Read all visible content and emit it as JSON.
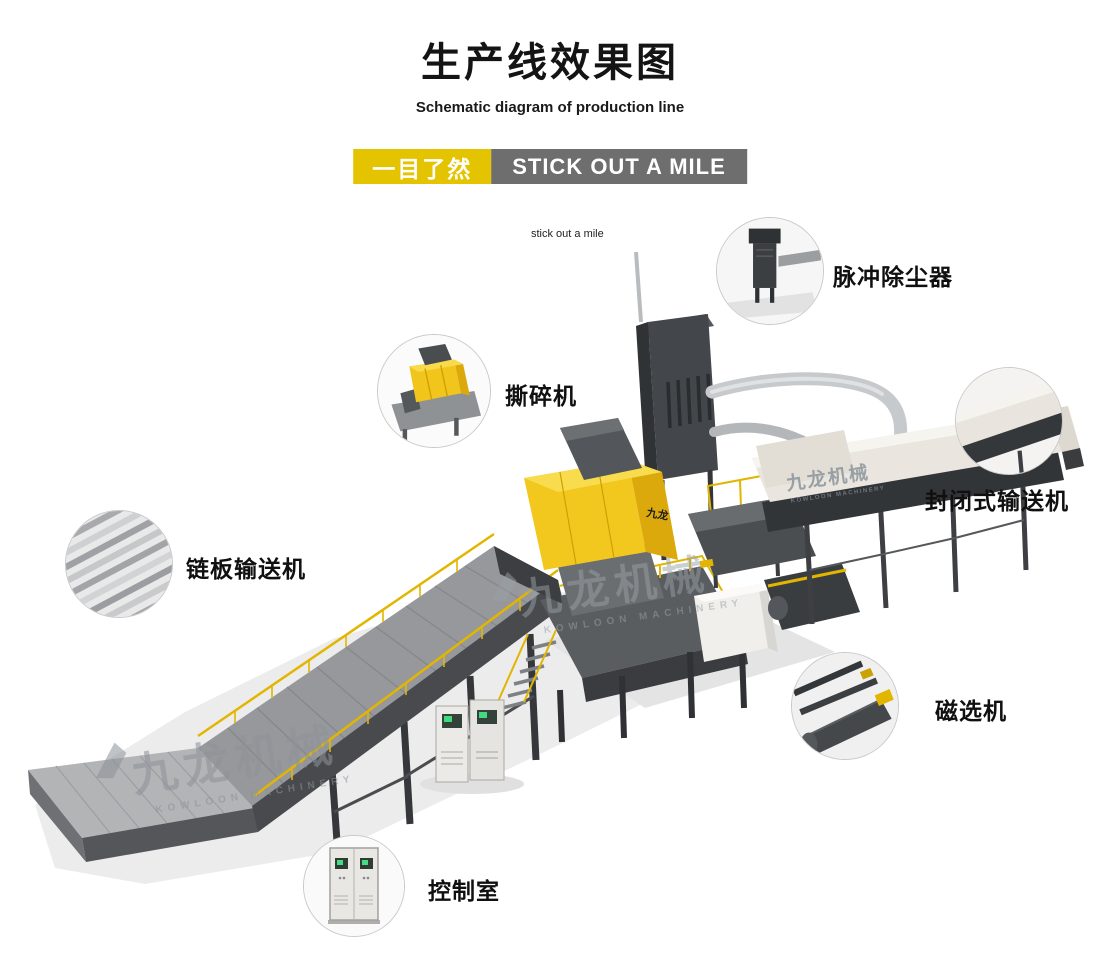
{
  "page": {
    "title": "生产线效果图",
    "subtitle": "Schematic diagram of production line",
    "tagline": "stick out a mile"
  },
  "banner": {
    "left": "一目了然",
    "right": "STICK OUT A MILE"
  },
  "colors": {
    "accent_yellow": "#e4c400",
    "banner_gray": "#6e6e6e",
    "machine_yellow": "#f3c81e",
    "machine_dark": "#43464a",
    "conveyor_cream": "#eae6df"
  },
  "diagram": {
    "watermark": "九龙机械",
    "watermark_sub": "KOWLOON MACHINERY",
    "machine_logo": "九龙",
    "callouts": [
      {
        "id": "pulse-dust-collector",
        "label": "脉冲除尘器"
      },
      {
        "id": "shredder",
        "label": "撕碎机"
      },
      {
        "id": "enclosed-conveyor",
        "label": "封闭式输送机"
      },
      {
        "id": "chain-plate-conveyor",
        "label": "链板输送机"
      },
      {
        "id": "magnetic-separator",
        "label": "磁选机"
      },
      {
        "id": "control-room",
        "label": "控制室"
      }
    ]
  }
}
